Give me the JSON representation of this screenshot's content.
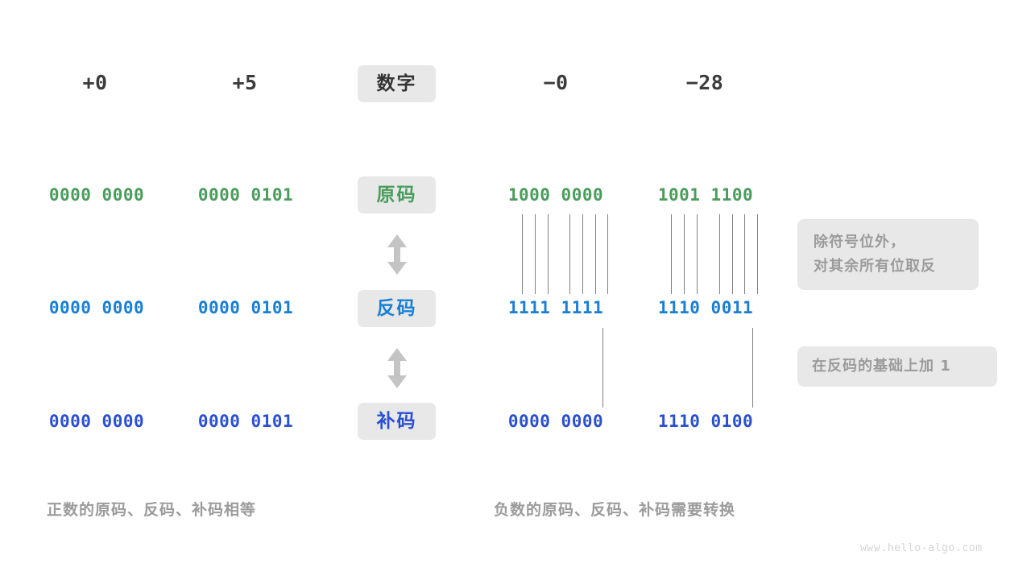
{
  "page": {
    "background": "#ffffff",
    "watermark": "www.hello-algo.com"
  },
  "colors": {
    "text_dark": "#3b3b3b",
    "green": "#4a9c5d",
    "blue": "#1a7fd4",
    "navy": "#2a4fd0",
    "gray_text": "#9b9b9b",
    "pill_bg": "#e8e8e8",
    "line": "#808080",
    "arrow": "#c4c4c4"
  },
  "row_labels": [
    {
      "id": "number",
      "text": "数字",
      "color": "#333333"
    },
    {
      "id": "sign-magnitude",
      "text": "原码",
      "color": "#4a9c5d"
    },
    {
      "id": "ones-complement",
      "text": "反码",
      "color": "#1a7fd4"
    },
    {
      "id": "twos-complement",
      "text": "补码",
      "color": "#2a4fd0"
    }
  ],
  "columns": {
    "left": [
      {
        "id": "plus-zero",
        "header": "+0"
      },
      {
        "id": "plus-five",
        "header": "+5"
      }
    ],
    "right": [
      {
        "id": "minus-zero",
        "header": "−0"
      },
      {
        "id": "minus-twentyeight",
        "header": "−28"
      }
    ]
  },
  "values": {
    "plus_zero": {
      "sign_magnitude": "0000 0000",
      "ones_complement": "0000 0000",
      "twos_complement": "0000 0000"
    },
    "plus_five": {
      "sign_magnitude": "0000 0101",
      "ones_complement": "0000 0101",
      "twos_complement": "0000 0101"
    },
    "minus_zero": {
      "sign_magnitude": "1000 0000",
      "ones_complement": "1111 1111",
      "twos_complement": "0000 0000"
    },
    "minus_twentyeight": {
      "sign_magnitude": "1001 1100",
      "ones_complement": "1110 0011",
      "twos_complement": "1110 0100"
    }
  },
  "notes": [
    {
      "id": "invert-note",
      "text": "除符号位外，\n对其余所有位取反"
    },
    {
      "id": "plus-one-note",
      "text": "在反码的基础上加 1"
    }
  ],
  "captions": [
    {
      "id": "positive-caption",
      "text": "正数的原码、反码、补码相等"
    },
    {
      "id": "negative-caption",
      "text": "负数的原码、反码、补码需要转换"
    }
  ],
  "arrows": [
    {
      "id": "arrow-sm-to-oc"
    },
    {
      "id": "arrow-oc-to-tc"
    }
  ]
}
